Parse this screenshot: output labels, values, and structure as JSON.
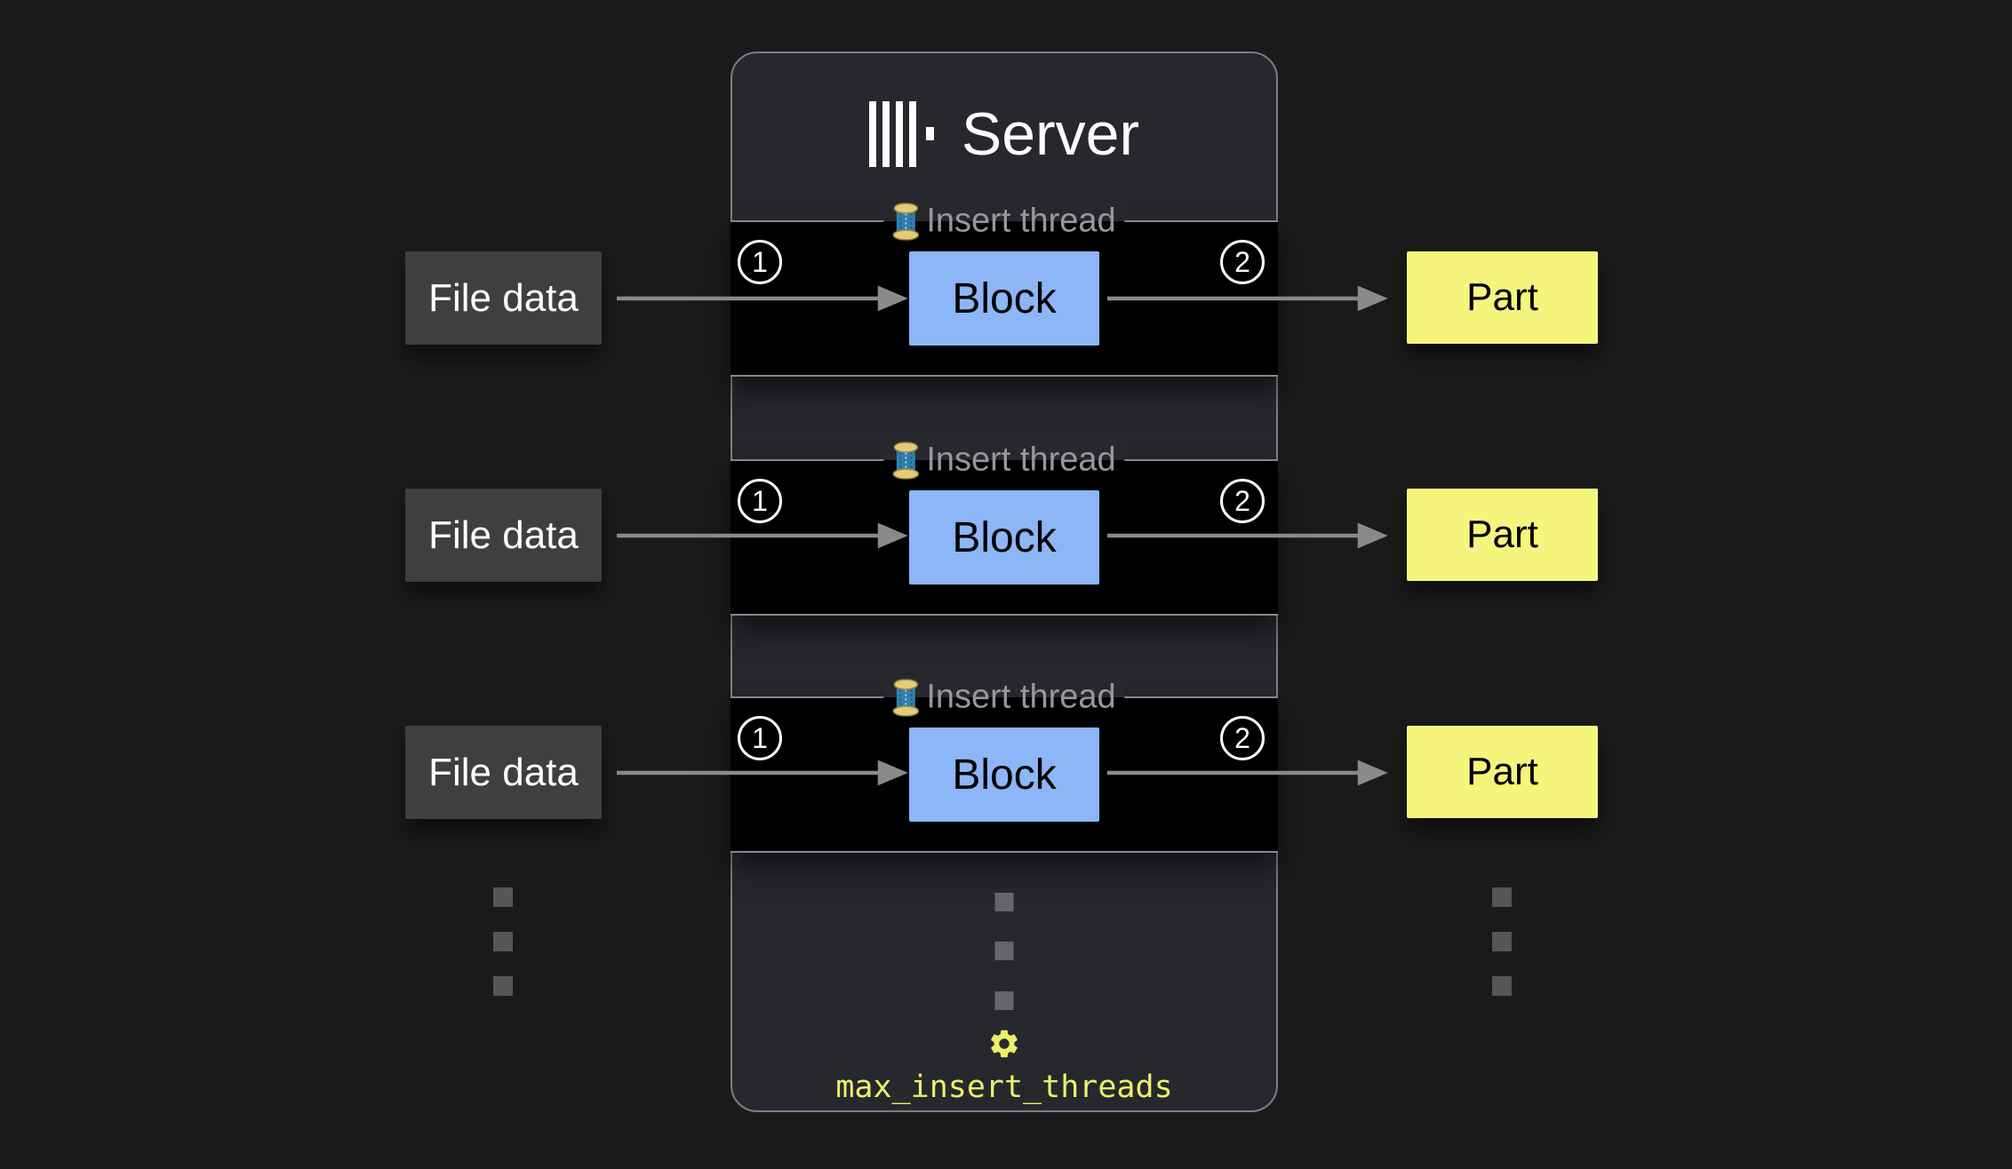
{
  "server": {
    "title": "Server",
    "rows_label": "Insert thread",
    "setting_name": "max_insert_threads"
  },
  "rows": [
    {
      "source": "File data",
      "step_in": "1",
      "stage": "Block",
      "step_out": "2",
      "result": "Part"
    },
    {
      "source": "File data",
      "step_in": "1",
      "stage": "Block",
      "step_out": "2",
      "result": "Part"
    },
    {
      "source": "File data",
      "step_in": "1",
      "stage": "Block",
      "step_out": "2",
      "result": "Part"
    }
  ],
  "colors": {
    "block_fill": "#8cb6f8",
    "part_fill": "#f5f57d",
    "source_fill": "#3f3f3f",
    "accent_yellow": "#edef6b",
    "arrow_gray": "#8a8a8a",
    "panel_bg": "#26282d",
    "row_bg": "#000000"
  }
}
